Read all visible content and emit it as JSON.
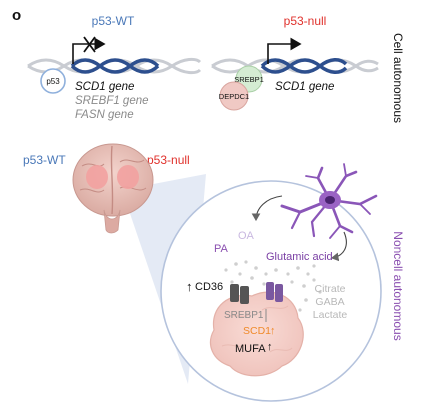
{
  "panel_label": "o",
  "top": {
    "p53_wt_title": "p53-WT",
    "p53_null_title": "p53-null",
    "p53_circle": "p53",
    "wt_genes": [
      "SCD1 gene",
      "SREBF1 gene",
      "FASN gene"
    ],
    "srebp1_blob": "SREBP1",
    "depdc1_blob": "DEPDC1",
    "null_gene": "SCD1 gene",
    "side_label": "Cell autonomous"
  },
  "bottom": {
    "p53_wt_label": "p53-WT",
    "p53_null_label": "p53-null",
    "oa": "OA",
    "pa": "PA",
    "glutamic_acid": "Glutamic acid",
    "cd36": "CD36",
    "srebp1": "SREBP1",
    "scd1": "SCD1",
    "mufa": "MUFA",
    "citrate": "Citrate",
    "gaba": "GABA",
    "lactate": "Lactate",
    "side_label": "Noncell autonomous",
    "arrow_up": "↑"
  },
  "colors": {
    "wt_blue": "#4a78b8",
    "null_red": "#e0312c",
    "purple": "#8a4fb0",
    "orange": "#f08a2a",
    "grey": "#9a9a9a",
    "dna_dark": "#2d4f8e",
    "dna_light": "#c9ccd2"
  }
}
